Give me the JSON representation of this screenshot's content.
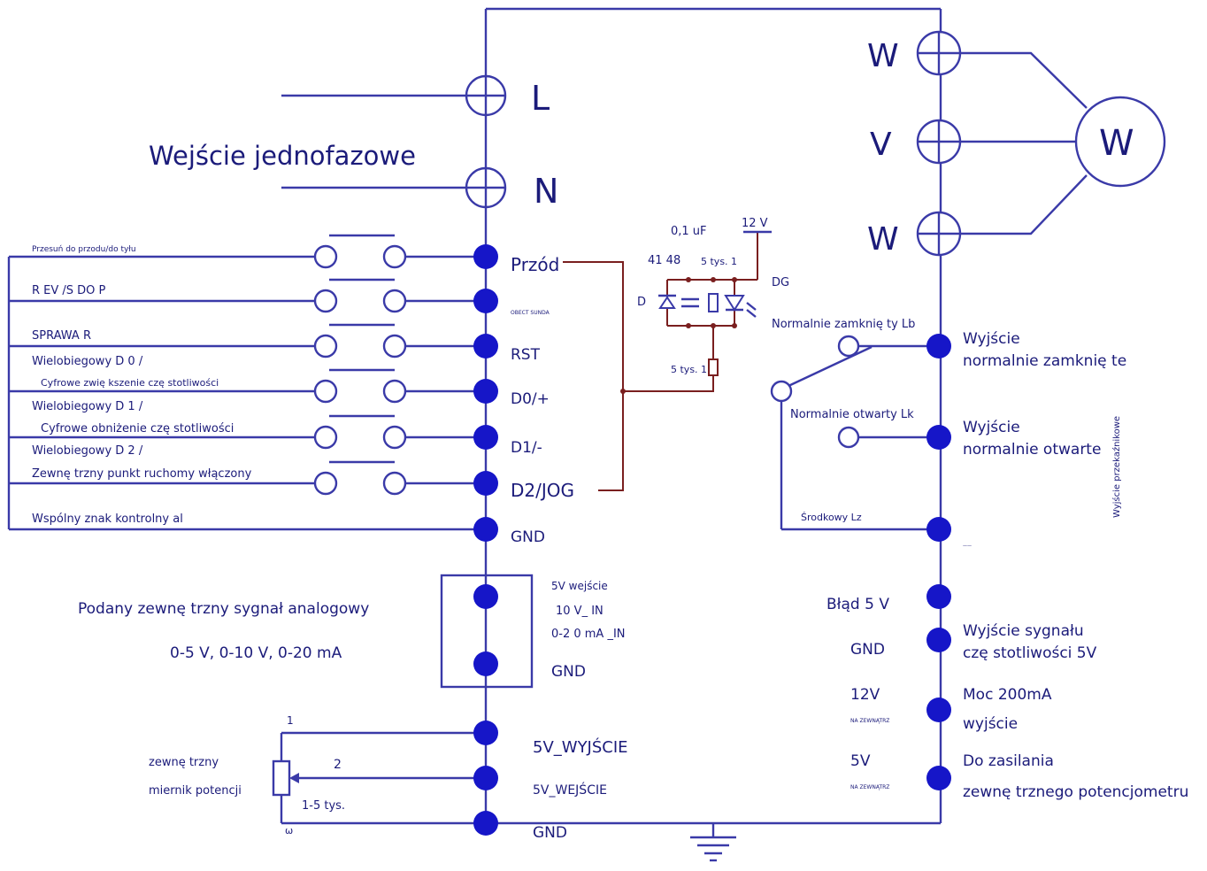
{
  "supply": {
    "title": "Wejście  jednofazowe",
    "L": "L",
    "N": "N"
  },
  "motor": {
    "out_top": "W",
    "out_mid": "V",
    "out_bot": "W",
    "symbol": "W"
  },
  "left_labels": {
    "przesun": "Przesuń do przodu/do tyłu",
    "rev": "R EV /S DO P",
    "sprawa": "SPRAWA R",
    "wiel0": "Wielobiegowy  D 0 /",
    "cyfr_up": "Cyfrowe  zwię kszenie  czę stotliwości",
    "wiel1": "Wielobiegowy  D 1 /",
    "cyfr_down": "Cyfrowe  obniżenie  czę stotliwości",
    "wiel2": "Wielobiegowy  D 2 /",
    "jog": "Zewnę trzny  punkt  ruchomy  włączony",
    "common": "Wspólny  znak  kontrolny  al"
  },
  "terminals": {
    "przod": "Przód",
    "small": "OBECT SUNDA",
    "rst": "RST",
    "d0": "D0/+",
    "d1": "D1/-",
    "d2": "D2/JOG",
    "gnd": "GND"
  },
  "analog": {
    "title": "Podany  zewnę trzny  sygnał  analogowy",
    "ranges": "0-5  V,  0-10  V,  0-20  mA",
    "in5": "5V  wejście",
    "in10": "10  V_  IN",
    "in020": "0-2  0  mA  _IN",
    "gnd": "GND"
  },
  "pot": {
    "name1": "zewnę trzny",
    "name2": "miernik  potencji",
    "pin1": "1",
    "pin2": "2",
    "pin3": "ω",
    "value": "1-5 tys.",
    "out5": "5V_WYJŚCIE",
    "in5": "5V_WEJŚCIE",
    "gnd": "GND"
  },
  "opto": {
    "cap": "0,1  uF",
    "v12": "12  V",
    "part": "41 48",
    "r_top": "5 tys. 1",
    "r_bot": "5 tys. 1",
    "dg": "DG",
    "d": "D"
  },
  "relay": {
    "nc": "Normalnie  zamknię ty  Lb",
    "no": "Normalnie  otwarty  Lk",
    "center": "Środkowy  Lz",
    "out_nc1": "Wyjście",
    "out_nc2": "normalnie  zamknię te",
    "out_no1": "Wyjście",
    "out_no2": "normalnie  otwarte",
    "vertical": "Wyjście przekaźnikowe",
    "tiny": "——"
  },
  "right_bottom": {
    "err": "Błąd  5  V",
    "gnd": "GND",
    "freq1": "Wyjście  sygnału",
    "freq2": "czę stotliwości  5V",
    "v12": "12V",
    "ext1": "NA ZEWNĄTRZ",
    "pow1": "Moc  200mA",
    "pow2": "wyjście",
    "v5": "5V",
    "ext2": "NA ZEWNĄTRZ",
    "pot1": "Do  zasilania",
    "pot2": "zewnę trznego  potencjometru"
  },
  "colors": {
    "line": "#3a3aa8",
    "text": "#1b1b7a",
    "terminal": "#1616c8",
    "relay_wire": "#7a1f1f"
  }
}
